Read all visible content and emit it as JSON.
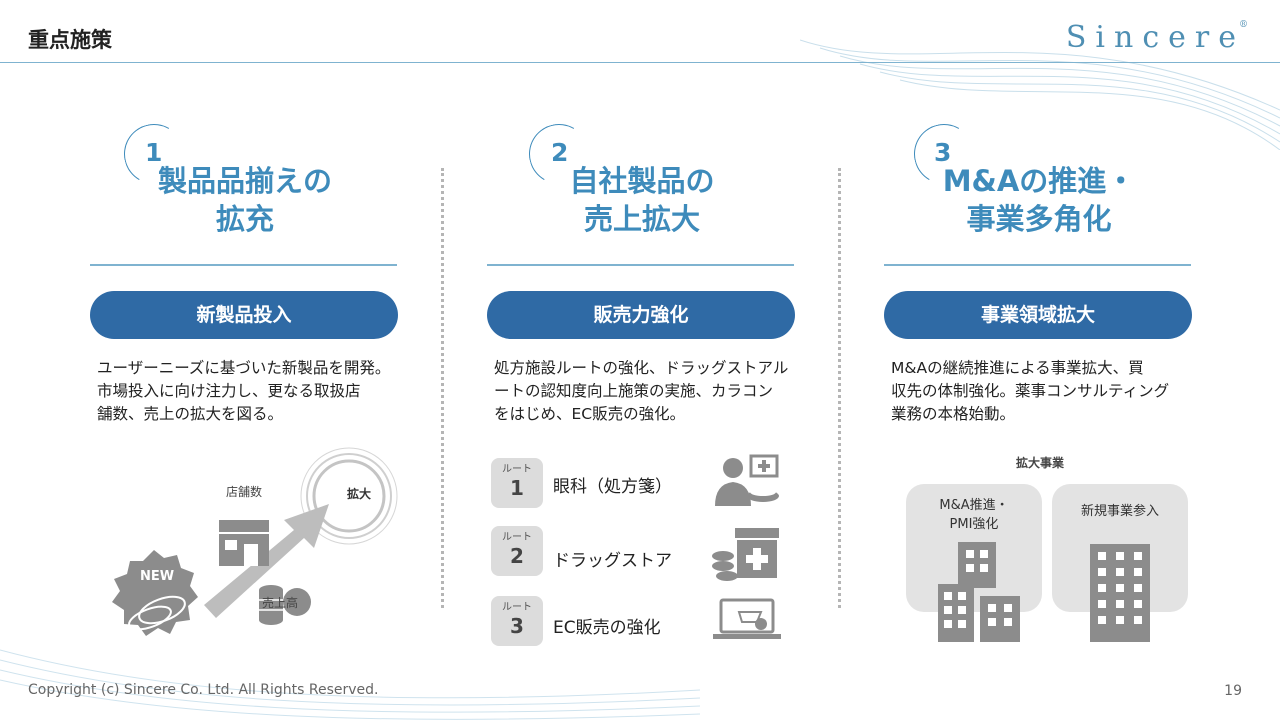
{
  "header": {
    "title": "重点施策",
    "logo": "Sincere",
    "logo_mark": "®"
  },
  "columns": [
    {
      "number": "1",
      "heading_line1": "製品品揃えの",
      "heading_line2": "拡充",
      "pill": "新製品投入",
      "body": [
        "ユーザーニーズに基づいた新製品を開発。",
        "市場投入に向け注力し、更なる取扱店",
        "舗数、売上の拡大を図る。"
      ],
      "graphic": {
        "expand": "拡大",
        "stores": "店舗数",
        "sales": "売上高",
        "new_badge": "NEW",
        "yen": "¥"
      }
    },
    {
      "number": "2",
      "heading_line1": "自社製品の",
      "heading_line2": "売上拡大",
      "pill": "販売力強化",
      "body": [
        "処方施設ルートの強化、ドラッグストアル",
        "ートの認知度向上施策の実施、カラコン",
        "をはじめ、EC販売の強化。"
      ],
      "routes": [
        {
          "tag": "ルート",
          "num": "1",
          "label": "眼科（処方箋）",
          "icon": "doctor-icon"
        },
        {
          "tag": "ルート",
          "num": "2",
          "label": "ドラッグストア",
          "icon": "drugstore-icon"
        },
        {
          "tag": "ルート",
          "num": "3",
          "label": "EC販売の強化",
          "icon": "ec-laptop-icon"
        }
      ]
    },
    {
      "number": "3",
      "heading_line1": "M&Aの推進・",
      "heading_line2": "事業多角化",
      "pill": "事業領域拡大",
      "body": [
        "M&Aの継続推進による事業拡大、買",
        "収先の体制強化。薬事コンサルティング",
        "業務の本格始動。"
      ],
      "expansion": {
        "title": "拡大事業",
        "box1_line1": "M&A推進・",
        "box1_line2": "PMI強化",
        "box2": "新規事業参入"
      }
    }
  ],
  "footer": {
    "copyright": "Copyright (c) Sincere Co. Ltd. All Rights Reserved.",
    "page": "19"
  },
  "colors": {
    "accent": "#3e8bbb",
    "pill": "#2f6aa5",
    "rule": "#7fb3d0",
    "gray": "#8c8c8c"
  }
}
